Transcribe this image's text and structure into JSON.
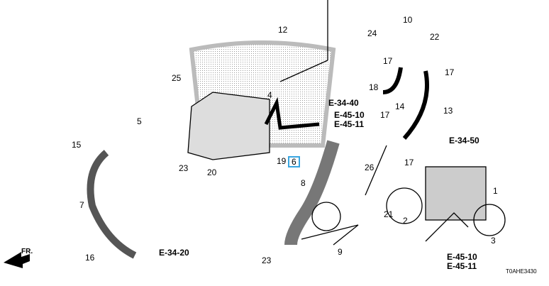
{
  "callouts": [
    {
      "id": "12",
      "text": "12"
    },
    {
      "id": "10",
      "text": "10"
    },
    {
      "id": "24",
      "text": "24"
    },
    {
      "id": "22",
      "text": "22"
    },
    {
      "id": "17a",
      "text": "17"
    },
    {
      "id": "17b",
      "text": "17"
    },
    {
      "id": "18",
      "text": "18"
    },
    {
      "id": "25",
      "text": "25"
    },
    {
      "id": "4",
      "text": "4"
    },
    {
      "id": "14",
      "text": "14"
    },
    {
      "id": "17c",
      "text": "17"
    },
    {
      "id": "13",
      "text": "13"
    },
    {
      "id": "5",
      "text": "5"
    },
    {
      "id": "15",
      "text": "15"
    },
    {
      "id": "23a",
      "text": "23"
    },
    {
      "id": "20",
      "text": "20"
    },
    {
      "id": "19",
      "text": "19"
    },
    {
      "id": "6",
      "text": "6"
    },
    {
      "id": "26",
      "text": "26"
    },
    {
      "id": "17d",
      "text": "17"
    },
    {
      "id": "8",
      "text": "8"
    },
    {
      "id": "1",
      "text": "1"
    },
    {
      "id": "7",
      "text": "7"
    },
    {
      "id": "21",
      "text": "21"
    },
    {
      "id": "2",
      "text": "2"
    },
    {
      "id": "3",
      "text": "3"
    },
    {
      "id": "9",
      "text": "9"
    },
    {
      "id": "16",
      "text": "16"
    },
    {
      "id": "23b",
      "text": "23"
    }
  ],
  "refs": {
    "e3440": "E-34-40",
    "e4510a": "E-45-10",
    "e4511a": "E-45-11",
    "e3450": "E-34-50",
    "e3420": "E-34-20",
    "e4510b": "E-45-10",
    "e4511b": "E-45-11"
  },
  "direction": "FR.",
  "diagram_code": "T0AHE3430",
  "highlight_color": "#3aa6e0"
}
